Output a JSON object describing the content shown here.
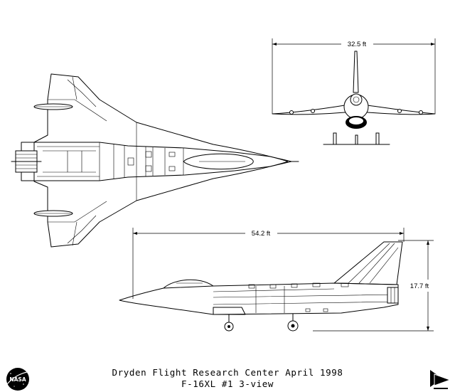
{
  "title_line1": "Dryden Flight Research Center  April 1998",
  "title_line2": "F-16XL #1 3-view",
  "dimensions": {
    "span": "32.5 ft",
    "length": "54.2 ft",
    "height": "17.7 ft"
  },
  "logos": {
    "nasa": "NASA",
    "nasa_icon": "nasa-meatball-icon",
    "dryden_icon": "dryden-logo-icon"
  }
}
